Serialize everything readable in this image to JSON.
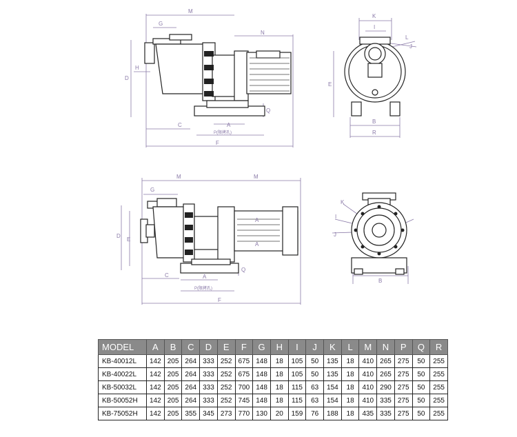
{
  "diagram": {
    "top_side_labels": {
      "M": "M",
      "N": "N",
      "G": "G",
      "D": "D",
      "H": "H",
      "C": "C",
      "A": "A",
      "P": "P(限拷孔)",
      "F": "F",
      "Q": "Q"
    },
    "top_front_labels": {
      "K": "K",
      "I": "I",
      "J": "J",
      "L": "L",
      "E": "E",
      "B": "B",
      "R": "R"
    },
    "bottom_side_labels": {
      "M1": "M",
      "M2": "M",
      "G": "G",
      "E": "E",
      "D": "D",
      "C": "C",
      "A": "A",
      "P": "P(限拷孔)",
      "F": "F",
      "Q": "Q"
    },
    "bottom_front_labels": {
      "K": "K",
      "I": "I",
      "J": "J",
      "B": "B"
    },
    "motor_tag": "A"
  },
  "spec_table": {
    "headers": [
      "MODEL",
      "A",
      "B",
      "C",
      "D",
      "E",
      "F",
      "G",
      "H",
      "I",
      "J",
      "K",
      "L",
      "M",
      "N",
      "P",
      "Q",
      "R"
    ],
    "rows": [
      [
        "KB-40012L",
        "142",
        "205",
        "264",
        "333",
        "252",
        "675",
        "148",
        "18",
        "105",
        "50",
        "135",
        "18",
        "410",
        "265",
        "275",
        "50",
        "255"
      ],
      [
        "KB-40022L",
        "142",
        "205",
        "264",
        "333",
        "252",
        "675",
        "148",
        "18",
        "105",
        "50",
        "135",
        "18",
        "410",
        "265",
        "275",
        "50",
        "255"
      ],
      [
        "KB-50032L",
        "142",
        "205",
        "264",
        "333",
        "252",
        "700",
        "148",
        "18",
        "115",
        "63",
        "154",
        "18",
        "410",
        "290",
        "275",
        "50",
        "255"
      ],
      [
        "KB-50052H",
        "142",
        "205",
        "264",
        "333",
        "252",
        "745",
        "148",
        "18",
        "115",
        "63",
        "154",
        "18",
        "410",
        "335",
        "275",
        "50",
        "255"
      ],
      [
        "KB-75052H",
        "142",
        "205",
        "355",
        "345",
        "273",
        "770",
        "130",
        "20",
        "159",
        "76",
        "188",
        "18",
        "435",
        "335",
        "275",
        "50",
        "255"
      ]
    ]
  }
}
